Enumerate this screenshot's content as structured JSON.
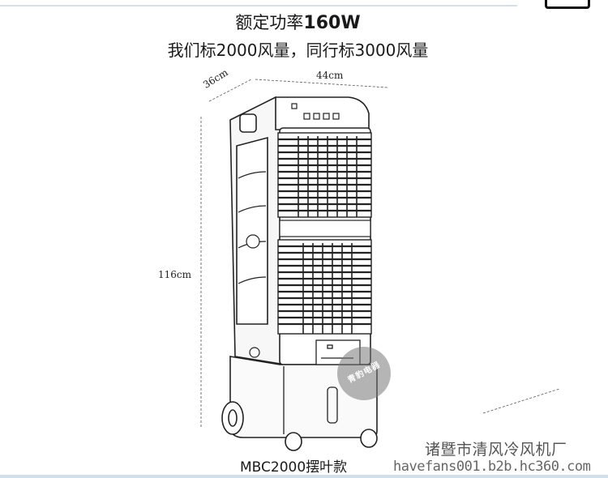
{
  "heading": {
    "power_prefix": "额定功率",
    "power_value": "160W",
    "airflow_note": "我们标2000风量，同行标3000风量"
  },
  "dimensions": {
    "width": "44cm",
    "depth": "36cm",
    "height": "116cm"
  },
  "product": {
    "model_label": "MBC2000摆叶款"
  },
  "watermark": {
    "store_name": "诸暨市清风冷风机厂",
    "url": "havefans001.b2b.hc360.com",
    "seal_text": "青豹电器"
  },
  "colors": {
    "outline": "#222222",
    "accent_rule": "#cfe1ee",
    "watermark_gray": "#555555"
  }
}
